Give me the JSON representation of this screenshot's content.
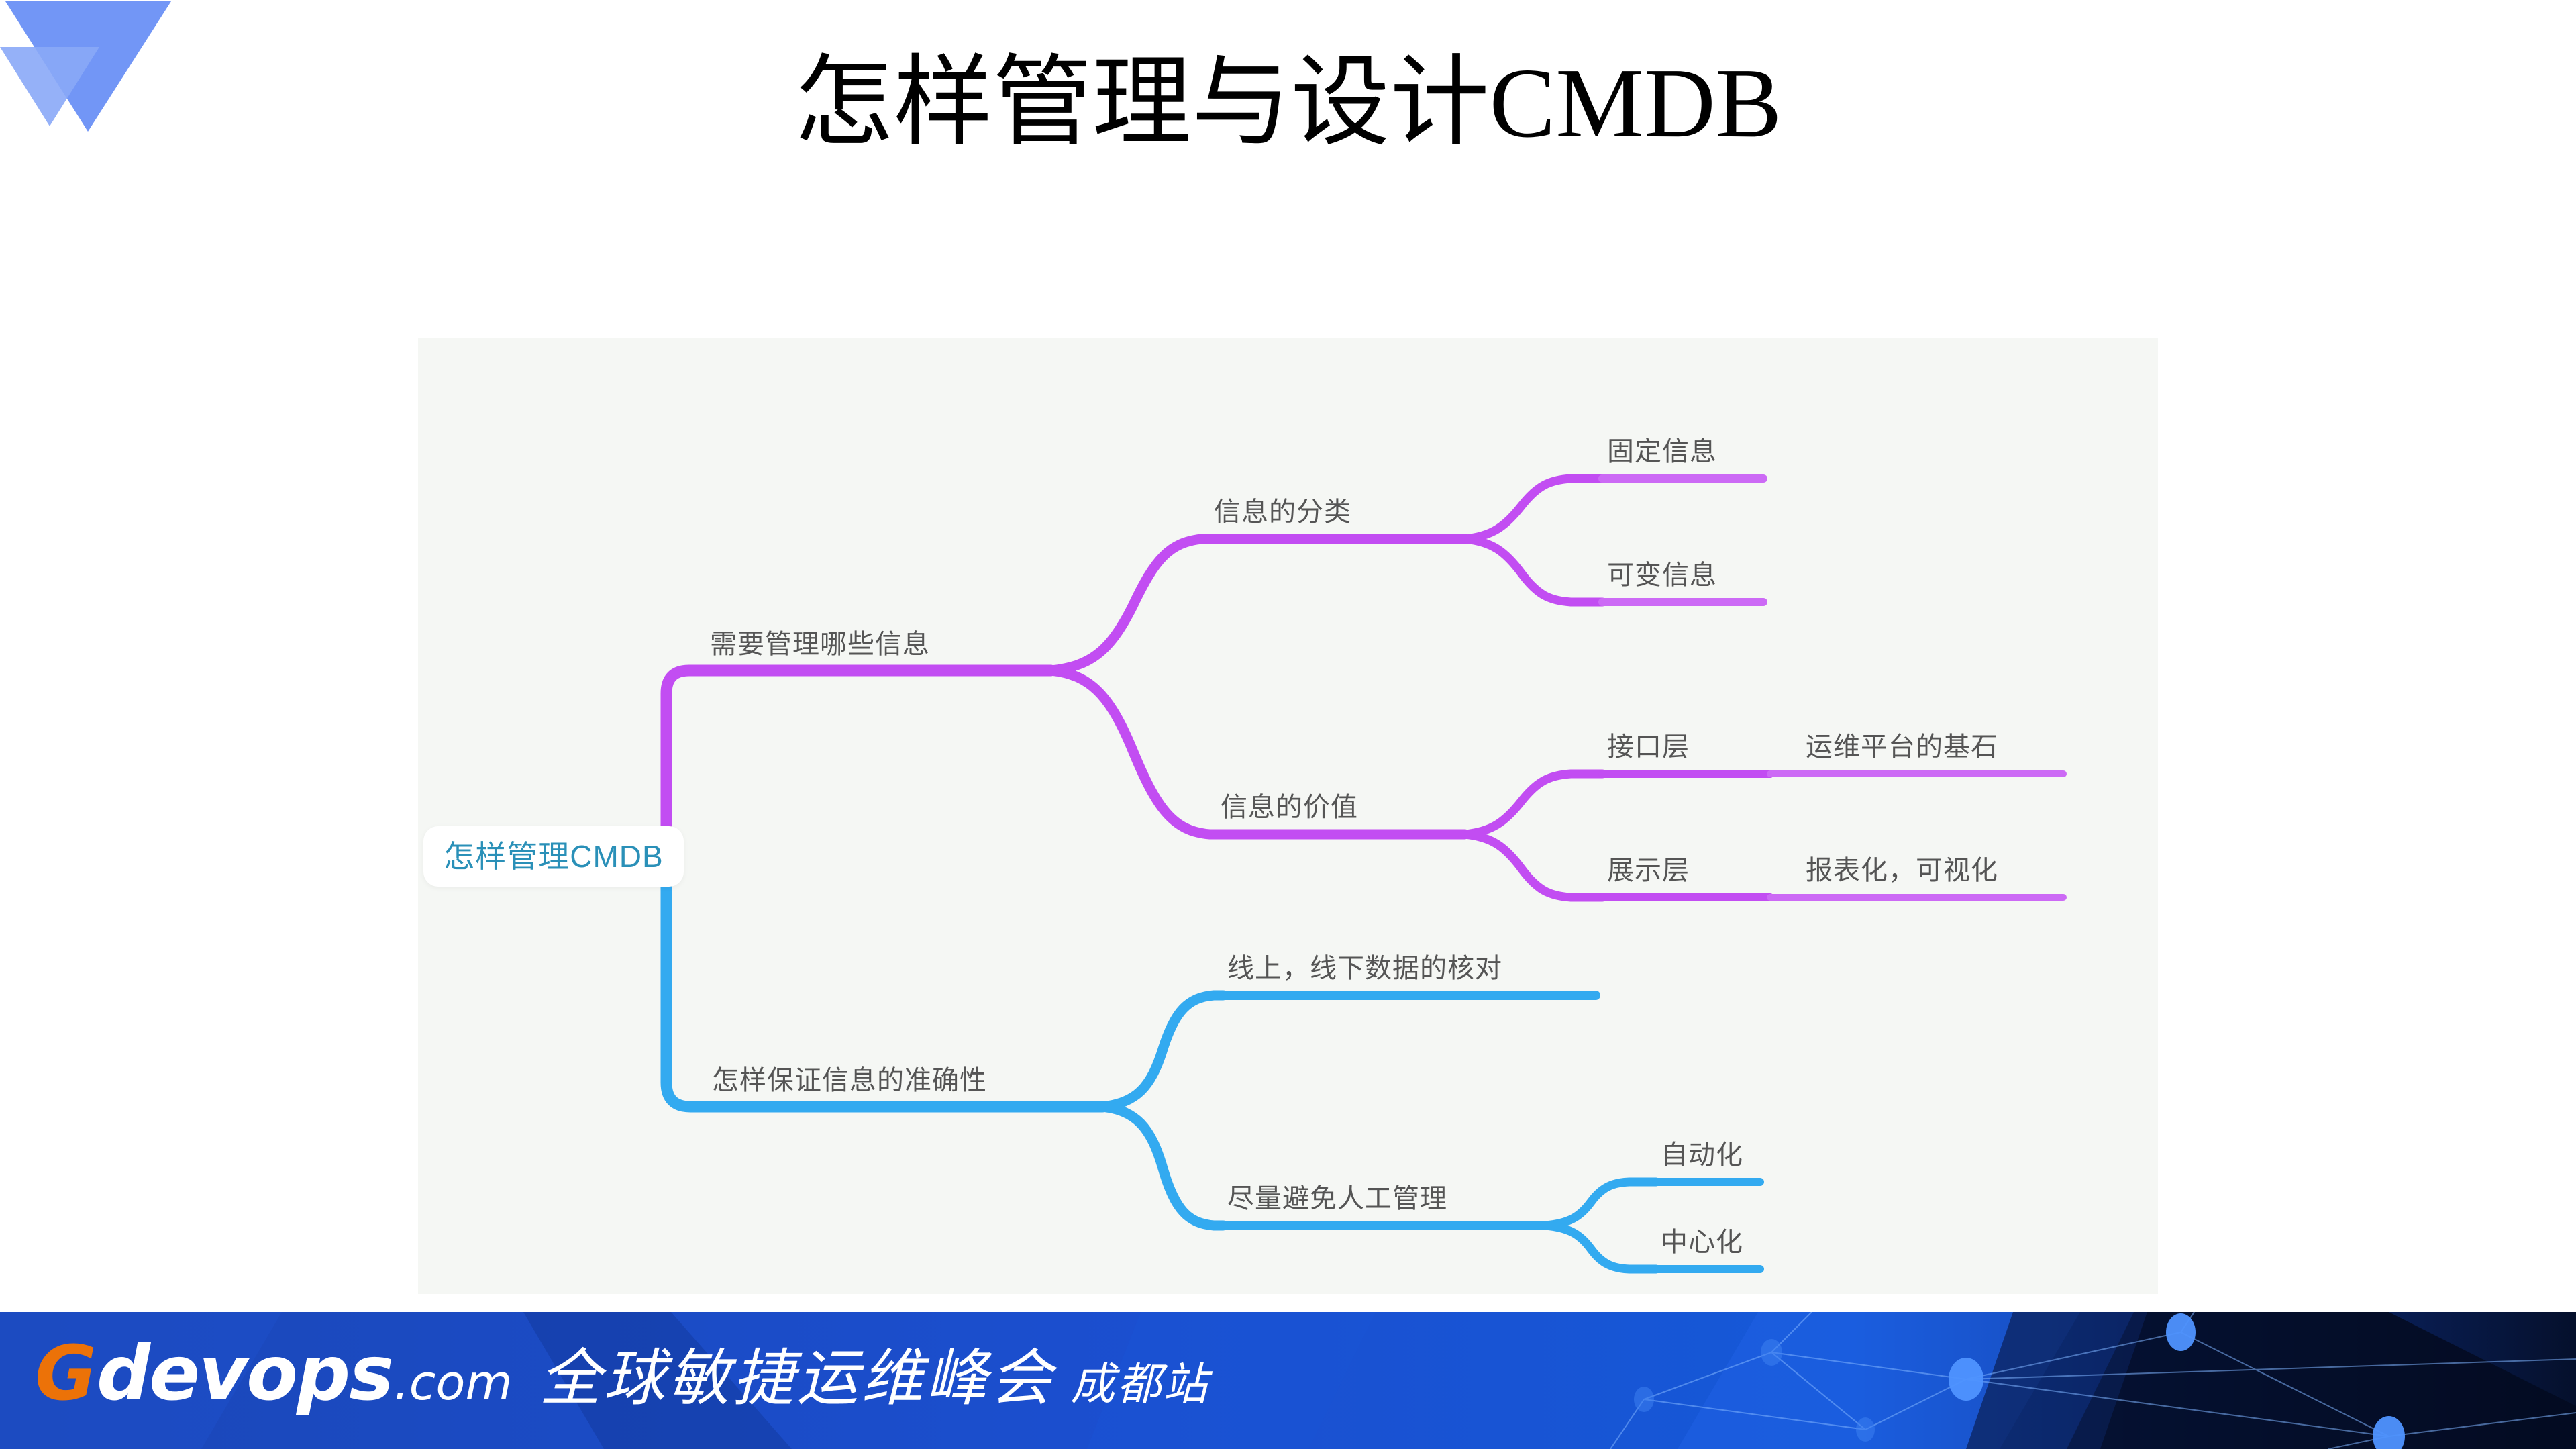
{
  "slide": {
    "title": "怎样管理与设计CMDB",
    "background_color": "#ffffff"
  },
  "logo": {
    "name": "triangle-logo",
    "color_primary": "#6a90f5",
    "color_secondary": "#8aa9f7",
    "color_overlap": "#4570ee"
  },
  "mindmap": {
    "panel_background": "#f5f7f4",
    "branch_color_purple": "#c24df2",
    "branch_color_purple_light": "#cc6af5",
    "branch_color_blue": "#33aaf0",
    "label_color": "#555555",
    "root": {
      "label": "怎样管理CMDB",
      "text_color": "#2a90b8",
      "background": "#ffffff"
    },
    "branches": [
      {
        "label": "需要管理哪些信息",
        "color": "#c24df2",
        "children": [
          {
            "label": "信息的分类",
            "children": [
              {
                "label": "固定信息",
                "children": []
              },
              {
                "label": "可变信息",
                "children": []
              }
            ]
          },
          {
            "label": "信息的价值",
            "children": [
              {
                "label": "接口层",
                "children": [
                  {
                    "label": "运维平台的基石"
                  }
                ]
              },
              {
                "label": "展示层",
                "children": [
                  {
                    "label": "报表化，可视化"
                  }
                ]
              }
            ]
          }
        ]
      },
      {
        "label": "怎样保证信息的准确性",
        "color": "#33aaf0",
        "children": [
          {
            "label": "线上，线下数据的核对",
            "children": []
          },
          {
            "label": "尽量避免人工管理",
            "children": [
              {
                "label": "自动化",
                "children": []
              },
              {
                "label": "中心化",
                "children": []
              }
            ]
          }
        ]
      }
    ],
    "labels": {
      "b1": "需要管理哪些信息",
      "b1c1": "信息的分类",
      "b1c1g1": "固定信息",
      "b1c1g2": "可变信息",
      "b1c2": "信息的价值",
      "b1c2g1": "接口层",
      "b1c2g1h1": "运维平台的基石",
      "b1c2g2": "展示层",
      "b1c2g2h1": "报表化，可视化",
      "b2": "怎样保证信息的准确性",
      "b2c1": "线上，线下数据的核对",
      "b2c2": "尽量避免人工管理",
      "b2c2g1": "自动化",
      "b2c2g2": "中心化"
    }
  },
  "footer": {
    "brand_g": "G",
    "brand_word": "devops",
    "brand_tld": ".com",
    "summit": "全球敏捷运维峰会",
    "city": "成都站",
    "accent_orange": "#ec7208",
    "bg_blue": "#1a4fc4",
    "bg_dark": "#061433"
  }
}
